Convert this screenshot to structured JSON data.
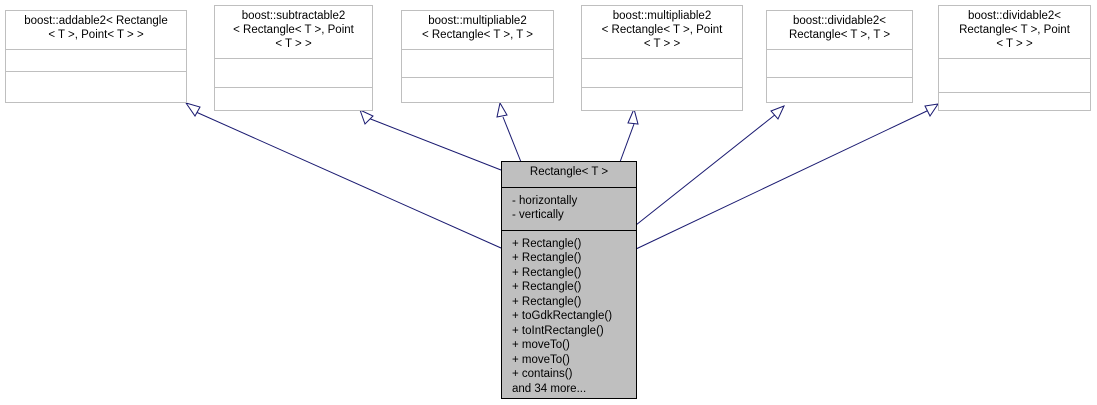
{
  "diagram": {
    "base_classes": [
      {
        "title": "boost::addable2< Rectangle\n< T >, Point< T > >"
      },
      {
        "title": "boost::subtractable2\n< Rectangle< T >, Point\n< T > >"
      },
      {
        "title": "boost::multipliable2\n< Rectangle< T >, T >"
      },
      {
        "title": "boost::multipliable2\n< Rectangle< T >, Point\n< T > >"
      },
      {
        "title": "boost::dividable2<\n Rectangle< T >, T >"
      },
      {
        "title": "boost::dividable2<\n Rectangle< T >, Point\n< T > >"
      }
    ],
    "main_class": {
      "title": "Rectangle< T >",
      "attributes": [
        "- horizontally",
        "- vertically"
      ],
      "methods": [
        "+ Rectangle()",
        "+ Rectangle()",
        "+ Rectangle()",
        "+ Rectangle()",
        "+ Rectangle()",
        "+ toGdkRectangle()",
        "+ toIntRectangle()",
        "+ moveTo()",
        "+ moveTo()",
        "+ contains()",
        "and 34 more..."
      ]
    },
    "colors": {
      "edge": "#191970",
      "main_fill": "#bfbfbf",
      "box_border": "#bfbfbf"
    }
  }
}
